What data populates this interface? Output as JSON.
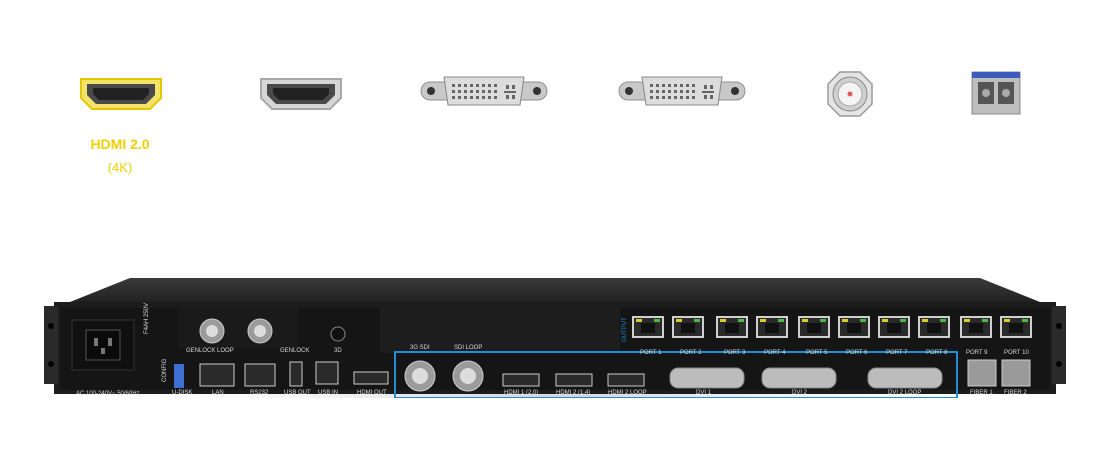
{
  "interfaces": {
    "hdmi_caption_title": "HDMI 2.0",
    "hdmi_caption_sub": "(4K)",
    "icons": [
      "hdmi-yellow-icon",
      "hdmi-icon",
      "dvi-icon",
      "dvi-icon",
      "bnc-sdi-icon",
      "sfp-fiber-icon"
    ]
  },
  "device": {
    "power": "AC 100-240V~  50/60Hz",
    "fuse": "F4AH 250V",
    "genlock_loop": "GENLOCK LOOP",
    "genlock": "GENLOCK",
    "config": "CONFIG",
    "udisk": "U-DISK",
    "lan": "LAN",
    "rs232": "RS232",
    "usb_out": "USB OUT",
    "usb_in": "USB IN",
    "threed": "3D",
    "hdmi_out": "HDMI OUT",
    "sdi_3g": "3G SDI",
    "sdi_loop": "SDI LOOP",
    "hdmi1": "HDMI 1 (2.0)",
    "hdmi2": "HDMI 2 (1.4)",
    "hdmi2_loop": "HDMI 2 LOOP",
    "dvi1": "DVI 1",
    "dvi2": "DVI 2",
    "dvi2_loop": "DVI 2 LOOP",
    "output": "OUTPUT",
    "ports": [
      "PORT 1",
      "PORT 2",
      "PORT 3",
      "PORT 4",
      "PORT 5",
      "PORT 6",
      "PORT 7",
      "PORT 8",
      "PORT 9",
      "PORT 10"
    ],
    "fiber1": "FIBER 1",
    "fiber2": "FIBER 2",
    "highlight_color": "#1e8fd6",
    "accent_yellow": "#f0d000"
  }
}
